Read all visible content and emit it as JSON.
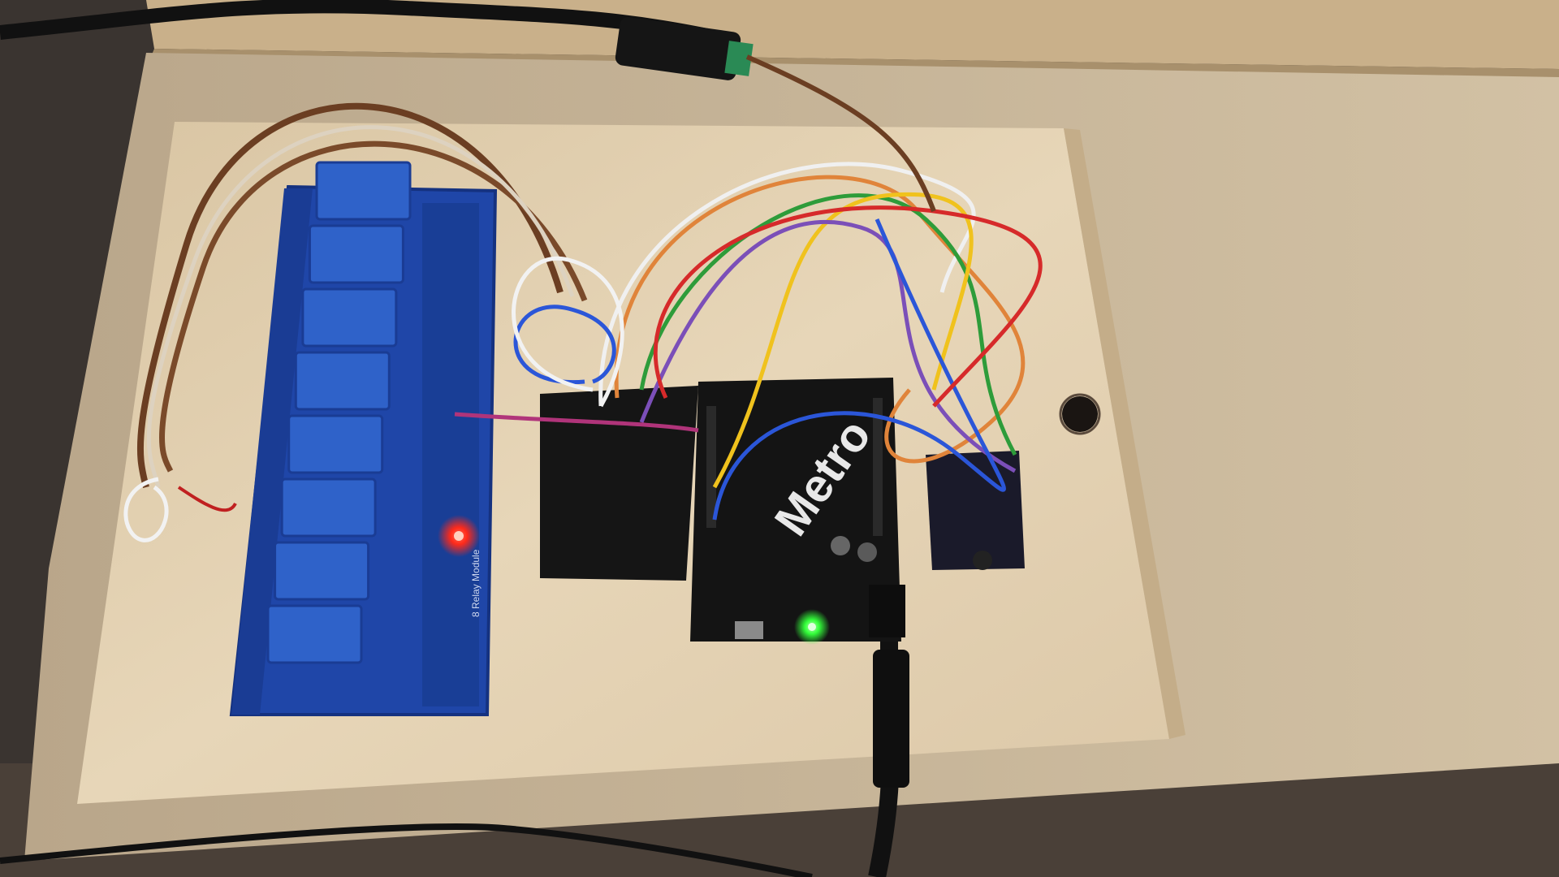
{
  "photo": {
    "subject": "relay-controller-breadboard",
    "components": [
      "relay-module",
      "metro-microcontroller",
      "breadboard",
      "rtc-module",
      "dc-power-jack",
      "usb-cable"
    ]
  },
  "relay_module": {
    "relay_count": 8,
    "relay_color": "#2f62c9",
    "board_color": "#1f46a8",
    "silkscreen_label": "8 Relay Module",
    "power_led": "on",
    "power_led_color": "#ff2a1a"
  },
  "metro_board": {
    "logo_text": "Metro",
    "board_color": "#141414",
    "power_led": "on",
    "power_led_color": "#33ff3a"
  },
  "wire_colors": [
    "#e0843a",
    "#f0f0f0",
    "#2e9c3a",
    "#f0c21d",
    "#7b4fb8",
    "#2b56d8",
    "#d62a2a",
    "#b0347a",
    "#6b3e22"
  ],
  "colors": {
    "plywood_top": "#e6d5b6",
    "masonite_base": "#cbb89a",
    "floor_carpet": "#3a3430",
    "cable_black": "#111111"
  }
}
